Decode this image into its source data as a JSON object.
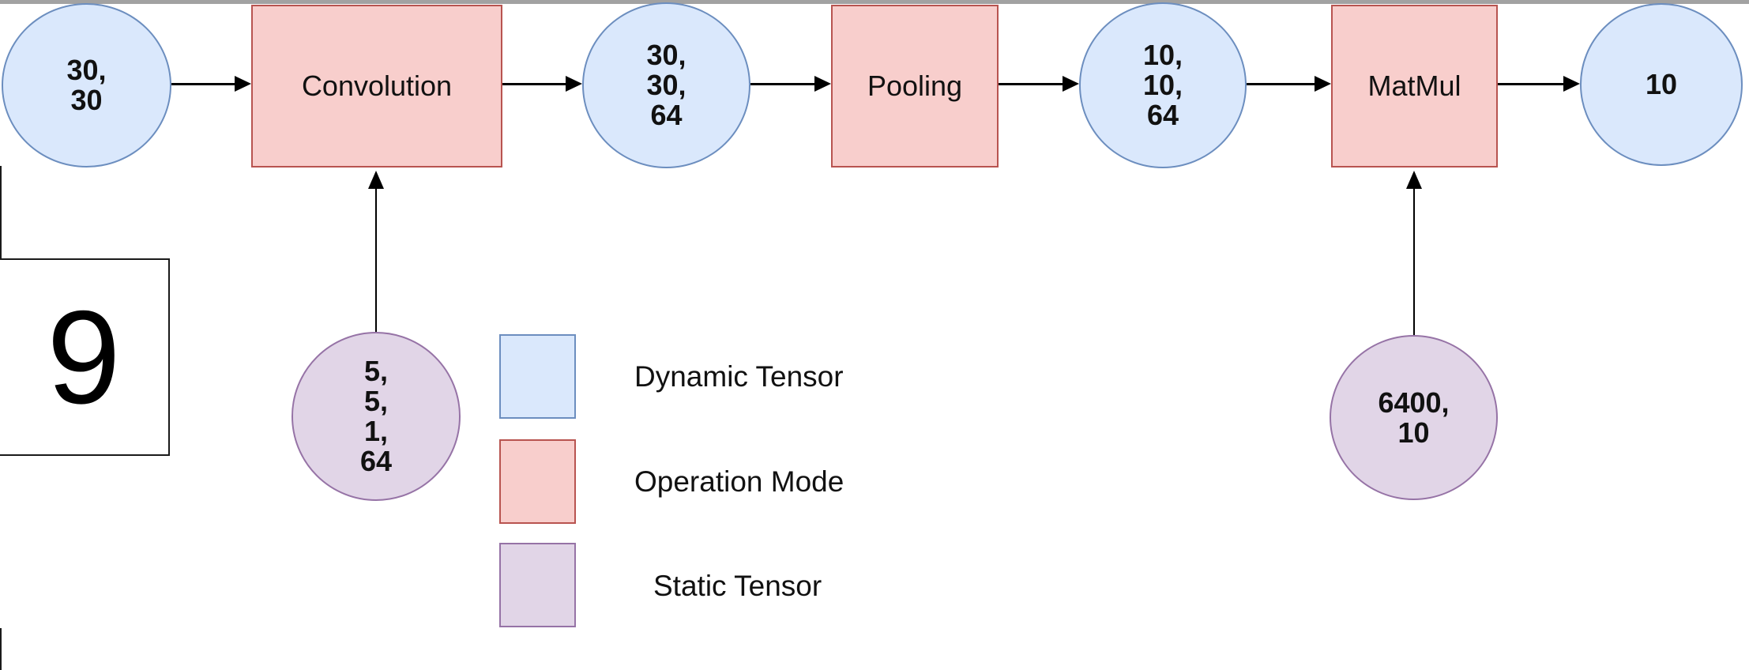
{
  "diagram": {
    "kind": "neural-network-dataflow",
    "input_digit": "9",
    "pipeline": {
      "nodes": [
        {
          "id": "input-tensor",
          "type": "dynamic-tensor",
          "shape": "ellipse",
          "lines": [
            "30,",
            "30"
          ]
        },
        {
          "id": "convolution-op",
          "type": "operation",
          "shape": "rect",
          "label": "Convolution"
        },
        {
          "id": "conv-out-tensor",
          "type": "dynamic-tensor",
          "shape": "ellipse",
          "lines": [
            "30,",
            "30,",
            "64"
          ]
        },
        {
          "id": "pooling-op",
          "type": "operation",
          "shape": "rect",
          "label": "Pooling"
        },
        {
          "id": "pool-out-tensor",
          "type": "dynamic-tensor",
          "shape": "ellipse",
          "lines": [
            "10,",
            "10,",
            "64"
          ]
        },
        {
          "id": "matmul-op",
          "type": "operation",
          "shape": "rect",
          "label": "MatMul"
        },
        {
          "id": "output-tensor",
          "type": "dynamic-tensor",
          "shape": "ellipse",
          "lines": [
            "10"
          ]
        }
      ],
      "static_tensors": [
        {
          "id": "conv-weights",
          "feeds": "Convolution",
          "lines": [
            "5,",
            "5,",
            "1,",
            "64"
          ]
        },
        {
          "id": "matmul-weights",
          "feeds": "MatMul",
          "lines": [
            "6400,",
            "10"
          ]
        }
      ]
    },
    "legend": {
      "items": [
        {
          "id": "dynamic",
          "label": "Dynamic Tensor",
          "fill": "#dae8fc",
          "border": "#6c8ebf"
        },
        {
          "id": "operation",
          "label": "Operation Mode",
          "fill": "#f8cecc",
          "border": "#b85450"
        },
        {
          "id": "static",
          "label": "Static Tensor",
          "fill": "#e1d5e7",
          "border": "#9673a6"
        }
      ]
    },
    "colors": {
      "background": "#ffffff",
      "top_bar": "#a2a2a2",
      "arrow": "#000000",
      "text": "#111111"
    }
  }
}
